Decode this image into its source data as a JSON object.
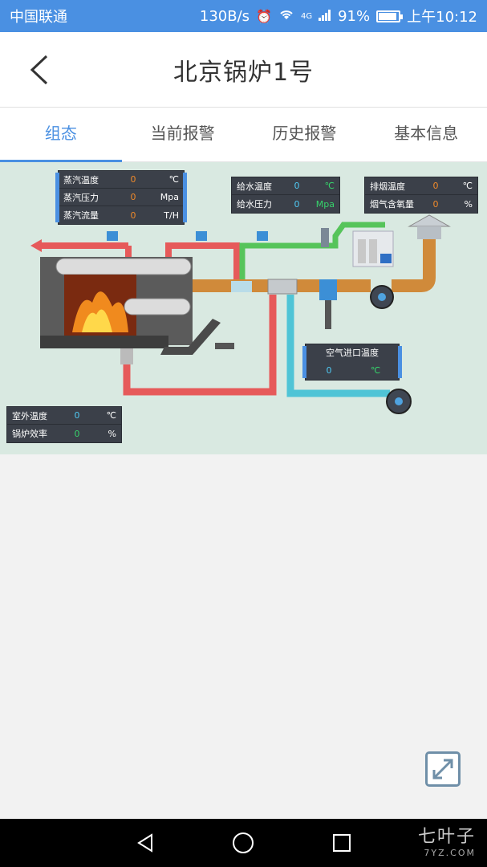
{
  "status_bar": {
    "carrier": "中国联通",
    "speed": "130B/s",
    "network": "4G",
    "battery": "91%",
    "battery_level": 0.91,
    "time": "上午10:12"
  },
  "header": {
    "title": "北京锅炉1号"
  },
  "tabs": [
    {
      "label": "组态",
      "active": true
    },
    {
      "label": "当前报警",
      "active": false
    },
    {
      "label": "历史报警",
      "active": false
    },
    {
      "label": "基本信息",
      "active": false
    }
  ],
  "panels": {
    "steam": {
      "rows": [
        {
          "label": "蒸汽温度",
          "value": "0",
          "unit": "℃"
        },
        {
          "label": "蒸汽压力",
          "value": "0",
          "unit": "Mpa"
        },
        {
          "label": "蒸汽流量",
          "value": "0",
          "unit": "T/H"
        }
      ]
    },
    "water": {
      "rows": [
        {
          "label": "给水温度",
          "value": "0",
          "unit": "℃"
        },
        {
          "label": "给水压力",
          "value": "0",
          "unit": "Mpa"
        }
      ]
    },
    "exhaust": {
      "rows": [
        {
          "label": "排烟温度",
          "value": "0",
          "unit": "℃"
        },
        {
          "label": "烟气含氧量",
          "value": "0",
          "unit": "%"
        }
      ]
    },
    "air": {
      "title": "空气进口温度",
      "value": "0",
      "unit": "℃"
    },
    "outdoor": {
      "rows": [
        {
          "label": "室外温度",
          "value": "0",
          "unit": "℃"
        },
        {
          "label": "锅炉效率",
          "value": "0",
          "unit": "%"
        }
      ]
    }
  },
  "colors": {
    "accent": "#4a90e2",
    "steam_pipe": "#e65a5a",
    "water_pipe": "#56c45a",
    "air_pipe": "#4fc4d6",
    "flue_pipe": "#d08a3a",
    "panel_bg": "#3b4049"
  },
  "watermark": {
    "name": "七叶子",
    "site": "7YZ.COM"
  }
}
